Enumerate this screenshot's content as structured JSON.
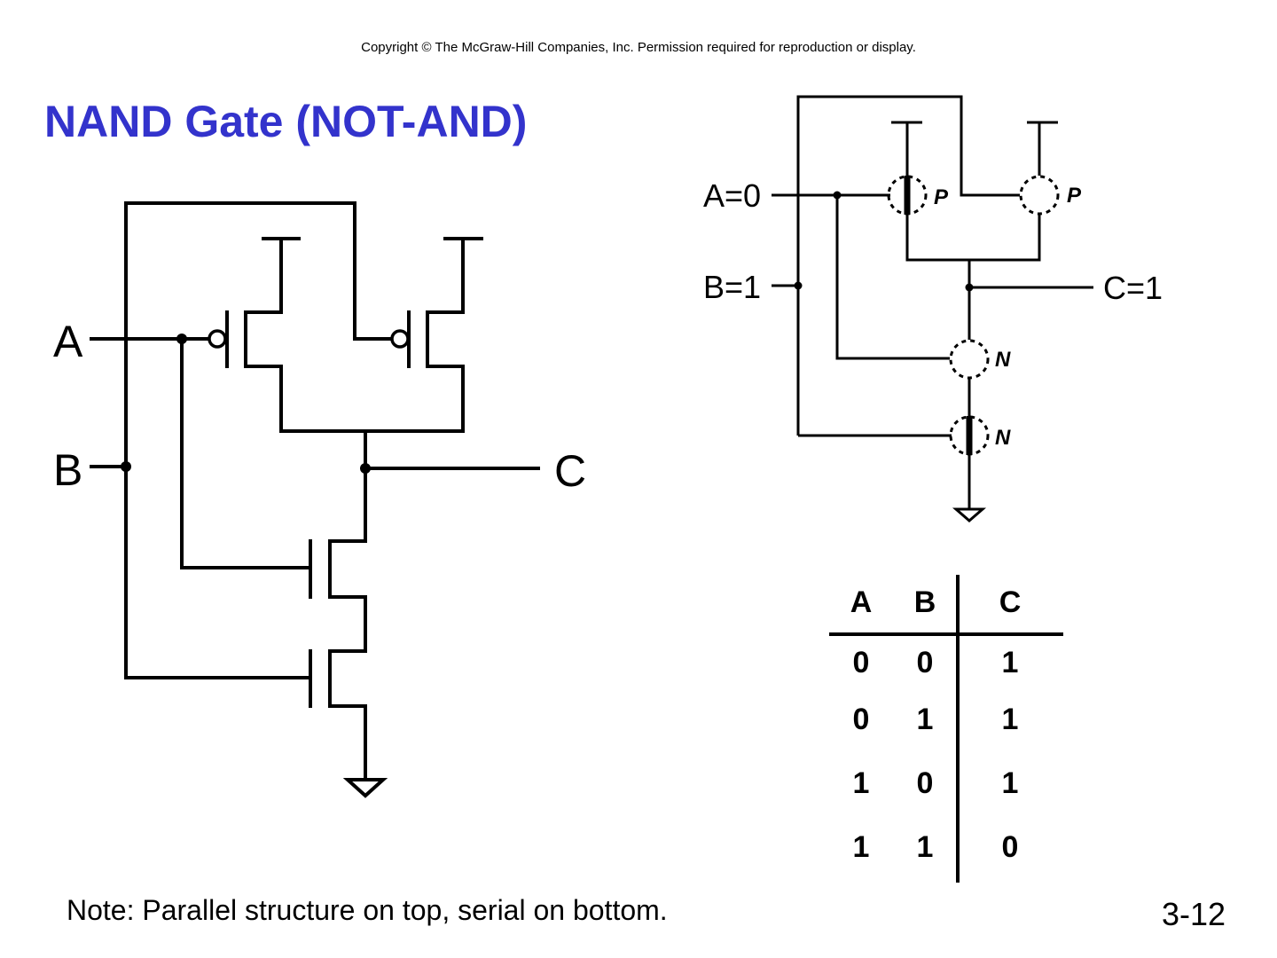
{
  "header": {
    "copyright": "Copyright © The McGraw-Hill Companies, Inc.  Permission required for reproduction or display."
  },
  "slide": {
    "title": "NAND Gate (NOT-AND)",
    "note": "Note: Parallel structure on top, serial on bottom.",
    "page_number": "3-12",
    "title_color": "#3333cc"
  },
  "schematic": {
    "input_a": "A",
    "input_b": "B",
    "output_c": "C"
  },
  "switch_model": {
    "input_a": "A=0",
    "input_b": "B=1",
    "output_c": "C=1",
    "pmos_label": "P",
    "nmos_label": "N",
    "transistors": [
      {
        "type": "P",
        "gate": "A",
        "state": "closed"
      },
      {
        "type": "P",
        "gate": "B",
        "state": "open"
      },
      {
        "type": "N",
        "gate": "A",
        "state": "open"
      },
      {
        "type": "N",
        "gate": "B",
        "state": "closed"
      }
    ]
  },
  "truth_table": {
    "headers": [
      "A",
      "B",
      "C"
    ],
    "rows": [
      [
        "0",
        "0",
        "1"
      ],
      [
        "0",
        "1",
        "1"
      ],
      [
        "1",
        "0",
        "1"
      ],
      [
        "1",
        "1",
        "0"
      ]
    ]
  }
}
